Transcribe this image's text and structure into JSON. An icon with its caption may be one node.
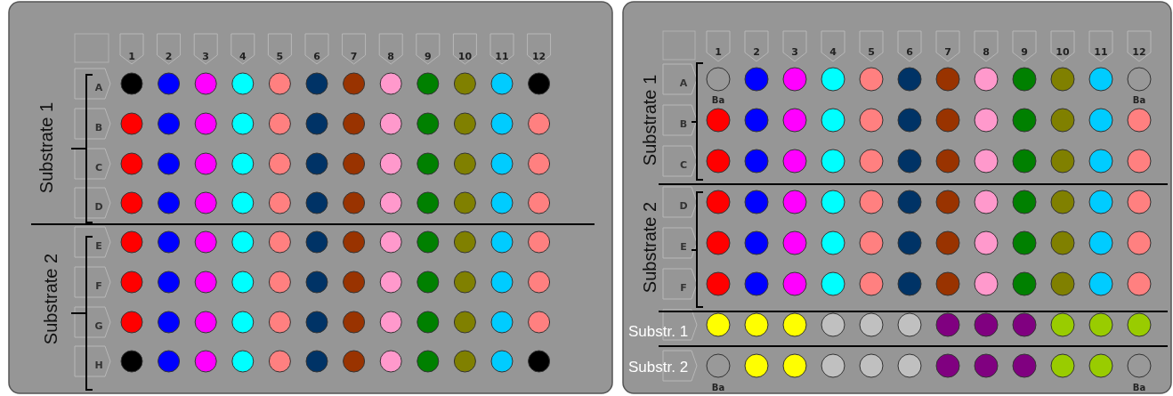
{
  "diagram": {
    "labels": [
      "1",
      "2",
      "3",
      "4",
      "5",
      "6",
      "7",
      "8",
      "9",
      "10",
      "11",
      "12",
      "A",
      "B",
      "C",
      "D",
      "E",
      "F",
      "G",
      "H",
      "Substrate 1",
      "Substrate 2",
      "1",
      "2",
      "3",
      "4",
      "5",
      "6",
      "7",
      "8",
      "9",
      "10",
      "11",
      "12",
      "A",
      "B",
      "C",
      "D",
      "E",
      "F",
      "Ba",
      "Ba",
      "Substrate 1",
      "Substrate 2",
      "Substr. 1",
      "Substr. 2",
      "Ba",
      "Ba"
    ]
  }
}
